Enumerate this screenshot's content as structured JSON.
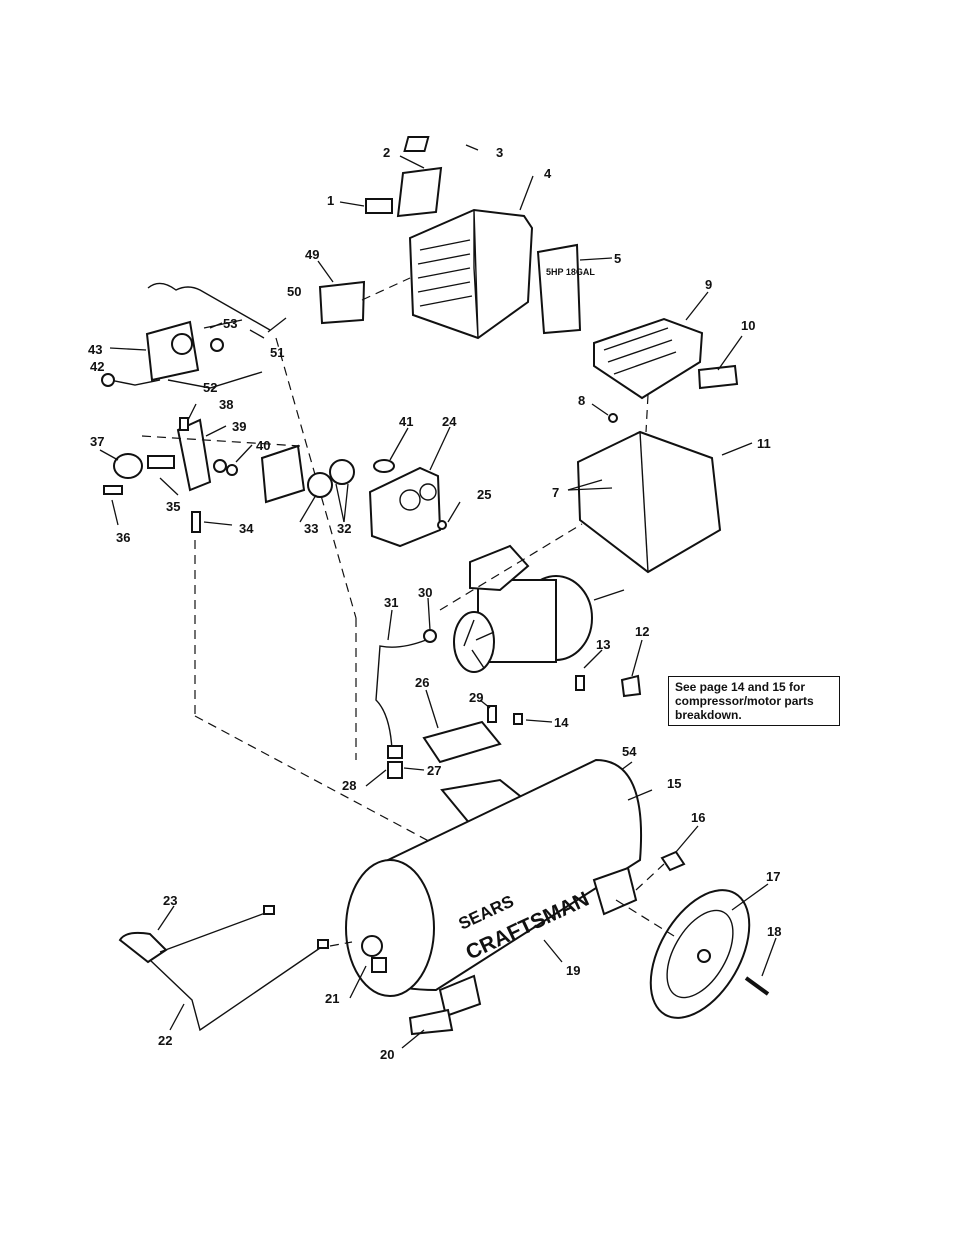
{
  "note": {
    "text": "See page 14 and 15 for compressor/motor parts breakdown."
  },
  "branding": {
    "sears": "SEARS",
    "craftsman": "CRAFTSMAN",
    "motor_label": "5HP 18GAL"
  },
  "callouts": [
    "1",
    "2",
    "3",
    "4",
    "5",
    "7",
    "8",
    "9",
    "10",
    "11",
    "12",
    "13",
    "14",
    "15",
    "16",
    "17",
    "18",
    "19",
    "20",
    "21",
    "22",
    "23",
    "24",
    "25",
    "26",
    "27",
    "28",
    "29",
    "30",
    "31",
    "32",
    "33",
    "34",
    "35",
    "36",
    "37",
    "38",
    "39",
    "40",
    "41",
    "42",
    "43",
    "49",
    "50",
    "51",
    "52",
    "53",
    "54"
  ]
}
